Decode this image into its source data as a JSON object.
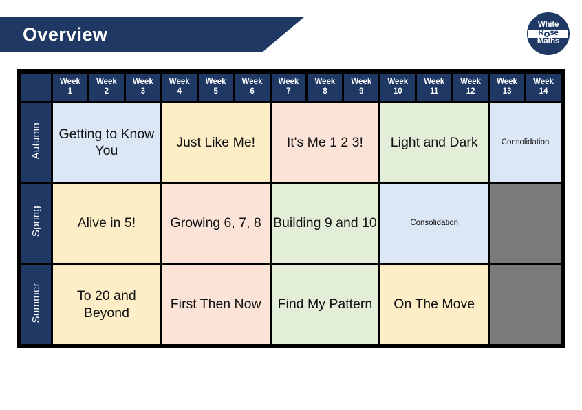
{
  "header": {
    "title": "Overview",
    "banner_color": "#1f3864"
  },
  "logo": {
    "line1": "White",
    "line2_before": "R",
    "line2_after": "se",
    "line3": "Maths",
    "rose_icon": "rose-icon"
  },
  "table": {
    "corner_label": "",
    "week_word": "Week",
    "week_numbers": [
      "1",
      "2",
      "3",
      "4",
      "5",
      "6",
      "7",
      "8",
      "9",
      "10",
      "11",
      "12",
      "13",
      "14"
    ],
    "rows": [
      {
        "season": "Autumn",
        "blocks": [
          {
            "label": "Getting to Know You",
            "span": 3,
            "color": "#dce7f6",
            "style": "blue",
            "small": false
          },
          {
            "label": "Just Like Me!",
            "span": 3,
            "color": "#fdeec7",
            "style": "yellow",
            "small": false
          },
          {
            "label": "It's Me 1 2 3!",
            "span": 3,
            "color": "#fbe4d7",
            "style": "pink",
            "small": false
          },
          {
            "label": "Light and Dark",
            "span": 3,
            "color": "#e3eed9",
            "style": "green",
            "small": false
          },
          {
            "label": "Consolidation",
            "span": 2,
            "color": "#dce7f6",
            "style": "blue",
            "small": true
          }
        ]
      },
      {
        "season": "Spring",
        "blocks": [
          {
            "label": "Alive in 5!",
            "span": 3,
            "color": "#fdeec7",
            "style": "yellow",
            "small": false
          },
          {
            "label": "Growing 6, 7, 8",
            "span": 3,
            "color": "#fbe4d7",
            "style": "pink",
            "small": false
          },
          {
            "label": "Building 9 and 10",
            "span": 3,
            "color": "#e3eed9",
            "style": "green",
            "small": false
          },
          {
            "label": "Consolidation",
            "span": 3,
            "color": "#dce7f6",
            "style": "blue",
            "small": true
          },
          {
            "label": "",
            "span": 2,
            "color": "#7b7b7b",
            "style": "gray",
            "small": false
          }
        ]
      },
      {
        "season": "Summer",
        "blocks": [
          {
            "label": "To 20 and Beyond",
            "span": 3,
            "color": "#fdeec7",
            "style": "yellow",
            "small": false
          },
          {
            "label": "First Then Now",
            "span": 3,
            "color": "#fbe4d7",
            "style": "pink",
            "small": false
          },
          {
            "label": "Find My Pattern",
            "span": 3,
            "color": "#e3eed9",
            "style": "green",
            "small": false
          },
          {
            "label": "On The Move",
            "span": 3,
            "color": "#fdeec7",
            "style": "yellow",
            "small": false
          },
          {
            "label": "",
            "span": 2,
            "color": "#7b7b7b",
            "style": "gray",
            "small": false
          }
        ]
      }
    ]
  }
}
